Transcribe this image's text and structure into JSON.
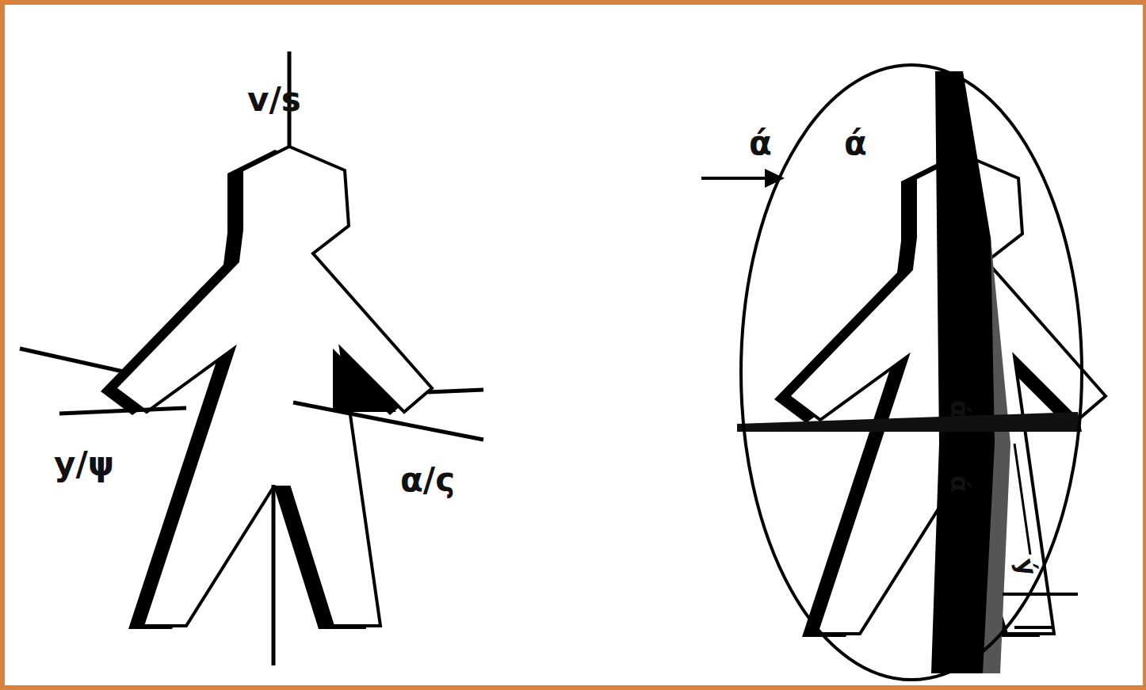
{
  "diagram": {
    "labels": [
      "v/s",
      "y/ψ",
      "α/ς",
      "ά",
      "ά",
      "ά",
      "ά",
      "ý"
    ]
  }
}
